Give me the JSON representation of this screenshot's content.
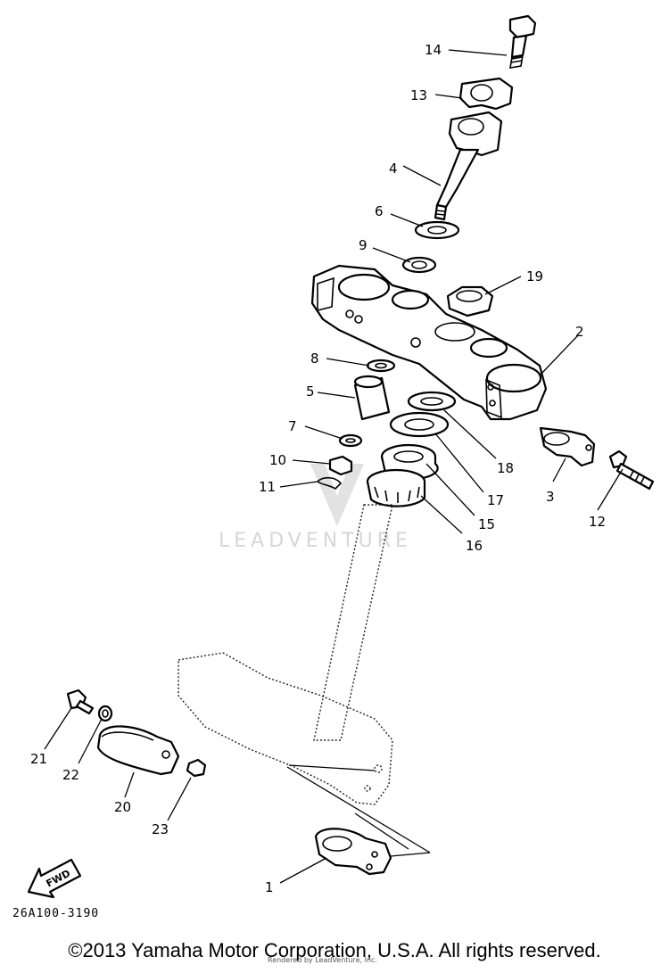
{
  "watermark": "LEADVENTURE",
  "part_code": "26A100-3190",
  "fwd_label": "FWD",
  "copyright": "©2013 Yamaha Motor Corporation, U.S.A. All rights reserved.",
  "rendered_by": "Rendered by LeadVenture, Inc.",
  "callouts": [
    "1",
    "2",
    "3",
    "4",
    "5",
    "6",
    "7",
    "8",
    "9",
    "10",
    "11",
    "12",
    "13",
    "14",
    "15",
    "16",
    "17",
    "18",
    "19",
    "20",
    "21",
    "22",
    "23"
  ]
}
